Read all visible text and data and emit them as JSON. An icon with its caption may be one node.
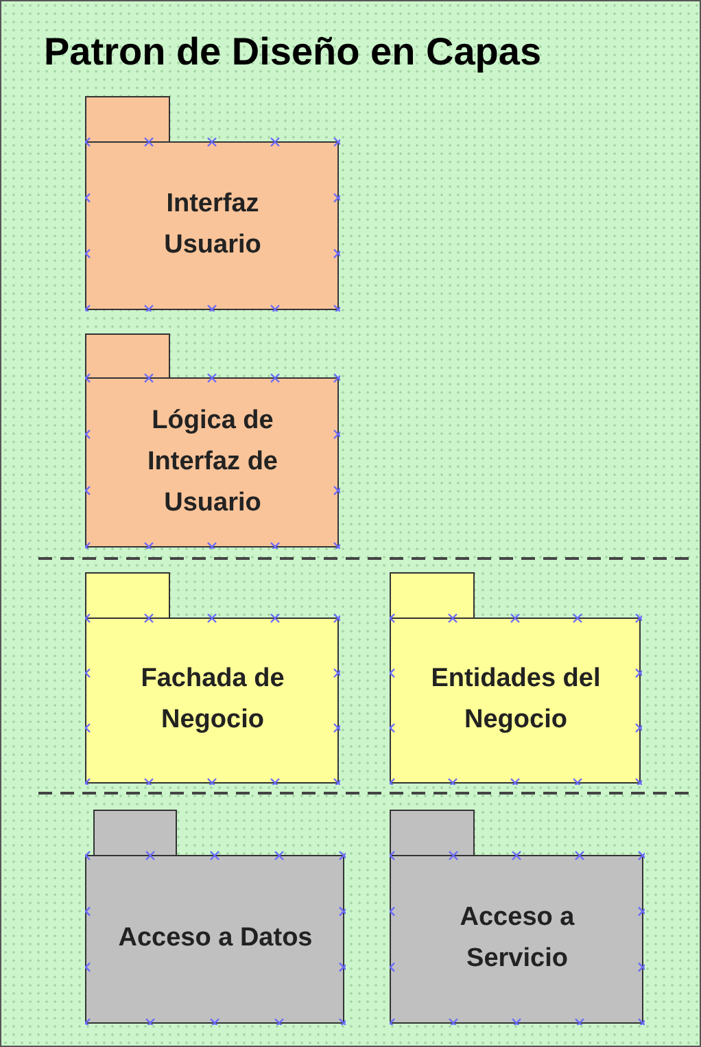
{
  "diagram": {
    "title": "Patron de Diseño en Capas",
    "nodes": [
      {
        "text": [
          "Interfaz Usuario"
        ]
      },
      {
        "text": [
          "Lógica de Interfaz de Usuario"
        ]
      },
      {
        "text": [
          "Fachada de Negocio"
        ]
      },
      {
        "text": [
          "Entidades del Negocio"
        ]
      },
      {
        "text": [
          "Acceso a Datos"
        ]
      },
      {
        "text": [
          "Acceso a Servicio"
        ]
      }
    ]
  }
}
